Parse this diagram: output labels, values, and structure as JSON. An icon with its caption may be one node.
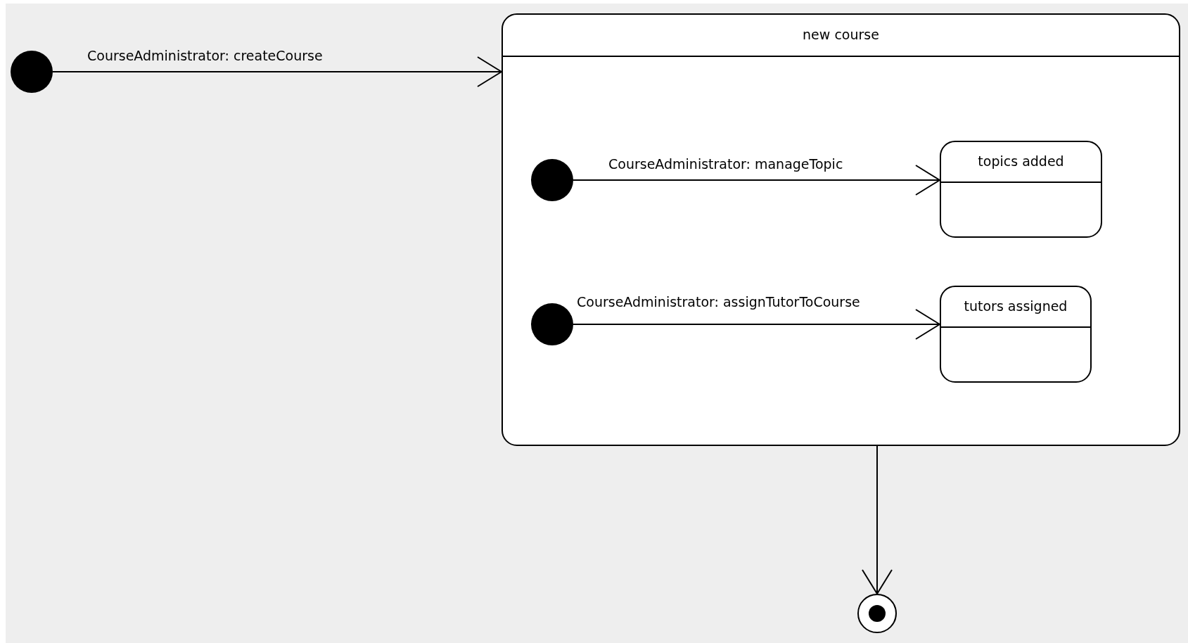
{
  "diagram": {
    "nodes": [
      {
        "text": [],
        "shape": "circle"
      },
      {
        "text": [
          "new course"
        ]
      },
      {
        "text": [],
        "shape": "circle",
        "in": 1
      },
      {
        "text": [
          "topics added"
        ],
        "in": 1
      },
      {
        "text": [],
        "shape": "circle",
        "in": 1
      },
      {
        "text": [
          "tutors assigned"
        ],
        "in": 1
      },
      {
        "text": [],
        "shape": "circle"
      }
    ],
    "edges": [
      {
        "from": 0,
        "to": 1,
        "arrow": "to",
        "label": "CourseAdministrator: createCourse"
      },
      {
        "from": 2,
        "to": 3,
        "arrow": "to",
        "label": "CourseAdministrator: manageTopic"
      },
      {
        "from": 4,
        "to": 5,
        "arrow": "to",
        "label": "CourseAdministrator: assignTutorToCourse"
      },
      {
        "from": 1,
        "to": 6,
        "arrow": "to"
      }
    ]
  }
}
